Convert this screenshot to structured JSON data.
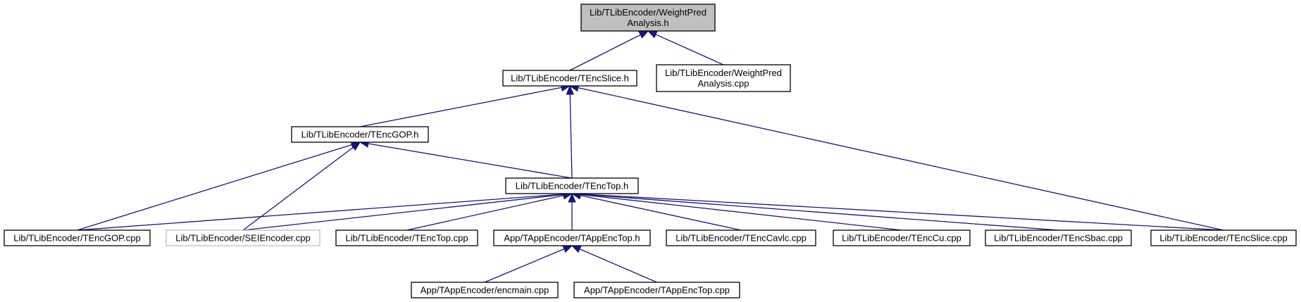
{
  "graph": {
    "nodes": [
      {
        "id": "wpa_h",
        "lines": [
          "Lib/TLibEncoder/WeightPred",
          "Analysis.h"
        ],
        "style": "root"
      },
      {
        "id": "slice_h",
        "lines": [
          "Lib/TLibEncoder/TEncSlice.h"
        ],
        "style": "normal"
      },
      {
        "id": "wpa_cpp",
        "lines": [
          "Lib/TLibEncoder/WeightPred",
          "Analysis.cpp"
        ],
        "style": "normal"
      },
      {
        "id": "gop_h",
        "lines": [
          "Lib/TLibEncoder/TEncGOP.h"
        ],
        "style": "normal"
      },
      {
        "id": "top_h",
        "lines": [
          "Lib/TLibEncoder/TEncTop.h"
        ],
        "style": "normal"
      },
      {
        "id": "gop_cpp",
        "lines": [
          "Lib/TLibEncoder/TEncGOP.cpp"
        ],
        "style": "normal"
      },
      {
        "id": "sei_cpp",
        "lines": [
          "Lib/TLibEncoder/SEIEncoder.cpp"
        ],
        "style": "gray"
      },
      {
        "id": "top_cpp",
        "lines": [
          "Lib/TLibEncoder/TEncTop.cpp"
        ],
        "style": "normal"
      },
      {
        "id": "appenctop_h",
        "lines": [
          "App/TAppEncoder/TAppEncTop.h"
        ],
        "style": "normal"
      },
      {
        "id": "cavlc_cpp",
        "lines": [
          "Lib/TLibEncoder/TEncCavlc.cpp"
        ],
        "style": "normal"
      },
      {
        "id": "cu_cpp",
        "lines": [
          "Lib/TLibEncoder/TEncCu.cpp"
        ],
        "style": "normal"
      },
      {
        "id": "sbac_cpp",
        "lines": [
          "Lib/TLibEncoder/TEncSbac.cpp"
        ],
        "style": "normal"
      },
      {
        "id": "slice_cpp",
        "lines": [
          "Lib/TLibEncoder/TEncSlice.cpp"
        ],
        "style": "normal"
      },
      {
        "id": "encmain_cpp",
        "lines": [
          "App/TAppEncoder/encmain.cpp"
        ],
        "style": "normal"
      },
      {
        "id": "appenctop_cpp",
        "lines": [
          "App/TAppEncoder/TAppEncTop.cpp"
        ],
        "style": "normal"
      }
    ],
    "edges": [
      {
        "from": "slice_h",
        "to": "wpa_h"
      },
      {
        "from": "wpa_cpp",
        "to": "wpa_h"
      },
      {
        "from": "gop_h",
        "to": "slice_h"
      },
      {
        "from": "top_h",
        "to": "slice_h"
      },
      {
        "from": "slice_cpp",
        "to": "slice_h"
      },
      {
        "from": "gop_cpp",
        "to": "gop_h"
      },
      {
        "from": "sei_cpp",
        "to": "gop_h"
      },
      {
        "from": "top_h",
        "to": "gop_h"
      },
      {
        "from": "gop_cpp",
        "to": "top_h"
      },
      {
        "from": "sei_cpp",
        "to": "top_h"
      },
      {
        "from": "top_cpp",
        "to": "top_h"
      },
      {
        "from": "appenctop_h",
        "to": "top_h"
      },
      {
        "from": "cavlc_cpp",
        "to": "top_h"
      },
      {
        "from": "cu_cpp",
        "to": "top_h"
      },
      {
        "from": "sbac_cpp",
        "to": "top_h"
      },
      {
        "from": "slice_cpp",
        "to": "top_h"
      },
      {
        "from": "encmain_cpp",
        "to": "appenctop_h"
      },
      {
        "from": "appenctop_cpp",
        "to": "appenctop_h"
      }
    ],
    "colors": {
      "edge": "#191970",
      "root_fill": "#bfbfbf",
      "gray_border": "#bfbfbf"
    }
  }
}
